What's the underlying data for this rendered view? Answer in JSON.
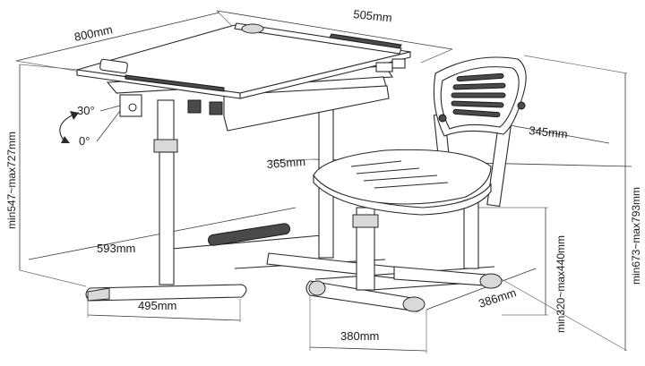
{
  "labels": {
    "desk_depth": "505mm",
    "desk_width": "800mm",
    "desk_height": "min547~max727mm",
    "tilt_top": "30°",
    "tilt_bottom": "0°",
    "backrest_width": "345mm",
    "seat_width": "365mm",
    "desk_base_depth": "593mm",
    "total_height": "min673~max793mm",
    "seat_height": "min320~max440mm",
    "desk_foot_width": "495mm",
    "chair_base_depth": "386mm",
    "chair_base_width": "380mm"
  }
}
